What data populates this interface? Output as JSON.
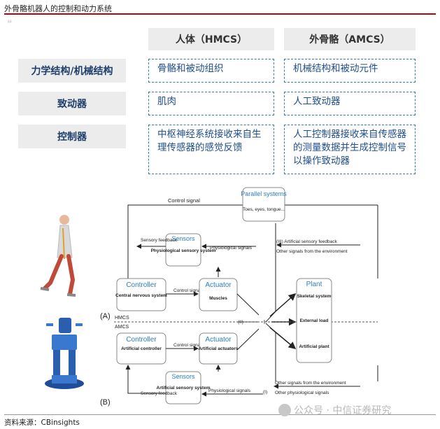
{
  "page_title": "外骨骼机器人的控制和动力系统",
  "table": {
    "col_headers": [
      "人体（HMCS）",
      "外骨骼（AMCS）"
    ],
    "rows": [
      {
        "label": "力学结构/机械结构",
        "human": "骨骼和被动组织",
        "exo": "机械结构和被动元件"
      },
      {
        "label": "致动器",
        "human": "肌肉",
        "exo": "人工致动器"
      },
      {
        "label": "控制器",
        "human": "中枢神经系统接收来自生理传感器的感觉反馈",
        "exo": "人工控制器接收来自传感器的测量数据并生成控制信号以操作致动器"
      }
    ]
  },
  "diagram": {
    "label_a": "(A)",
    "label_b": "(B)",
    "parallel_systems": {
      "title": "Parallel systems",
      "detail": "Toes, eyes, tongue..."
    },
    "control_signal_top": "Control signal",
    "sensors_top": {
      "title": "Sensors",
      "body": "Physiological sensory system"
    },
    "sensory_feedback_top": "Sensory feedback",
    "physiological_signals_top": "Physiological signals",
    "artificial_sensory_feedback": "(III) Artificial sensory feedback",
    "other_signals_env_top": "Other signals from the environment",
    "controller_top": {
      "title": "Controller",
      "body": "Central nervous system"
    },
    "control_signal_mid_top": "Control signal",
    "actuator_top": {
      "title": "Actuator",
      "body": "Muscles"
    },
    "plant": {
      "title": "Plant",
      "items": [
        "Skeletal system",
        "External load",
        "Artificial plant"
      ]
    },
    "hmcs_label": "HMCS",
    "amcs_label": "AMCS",
    "roman_ii": "(II)",
    "roman_i_center": "I",
    "controller_bottom": {
      "title": "Controller",
      "body": "Artificial controller"
    },
    "control_signal_mid_bottom": "Control signal",
    "actuator_bottom": {
      "title": "Actuator",
      "body": "Artificial actuators"
    },
    "sensors_bottom": {
      "title": "Sensors",
      "body": "Artificial sensory system"
    },
    "sensory_feedback_bottom": "Sensory feedback",
    "physiological_signals_bottom": "Physiological signals",
    "roman_i_bottom": "(I)",
    "other_signals_env_bottom": "Other signals from the environment",
    "other_physiological_signals": "Other physiological signals"
  },
  "colors": {
    "accent_red": "#c0000a",
    "blue_text": "#1f4e8c",
    "box_title_blue": "#2d7fc1",
    "dashed_border": "#3b78b5"
  },
  "source": "资料来源：CBinsights",
  "watermark": "公众号 · 中信证券研究"
}
